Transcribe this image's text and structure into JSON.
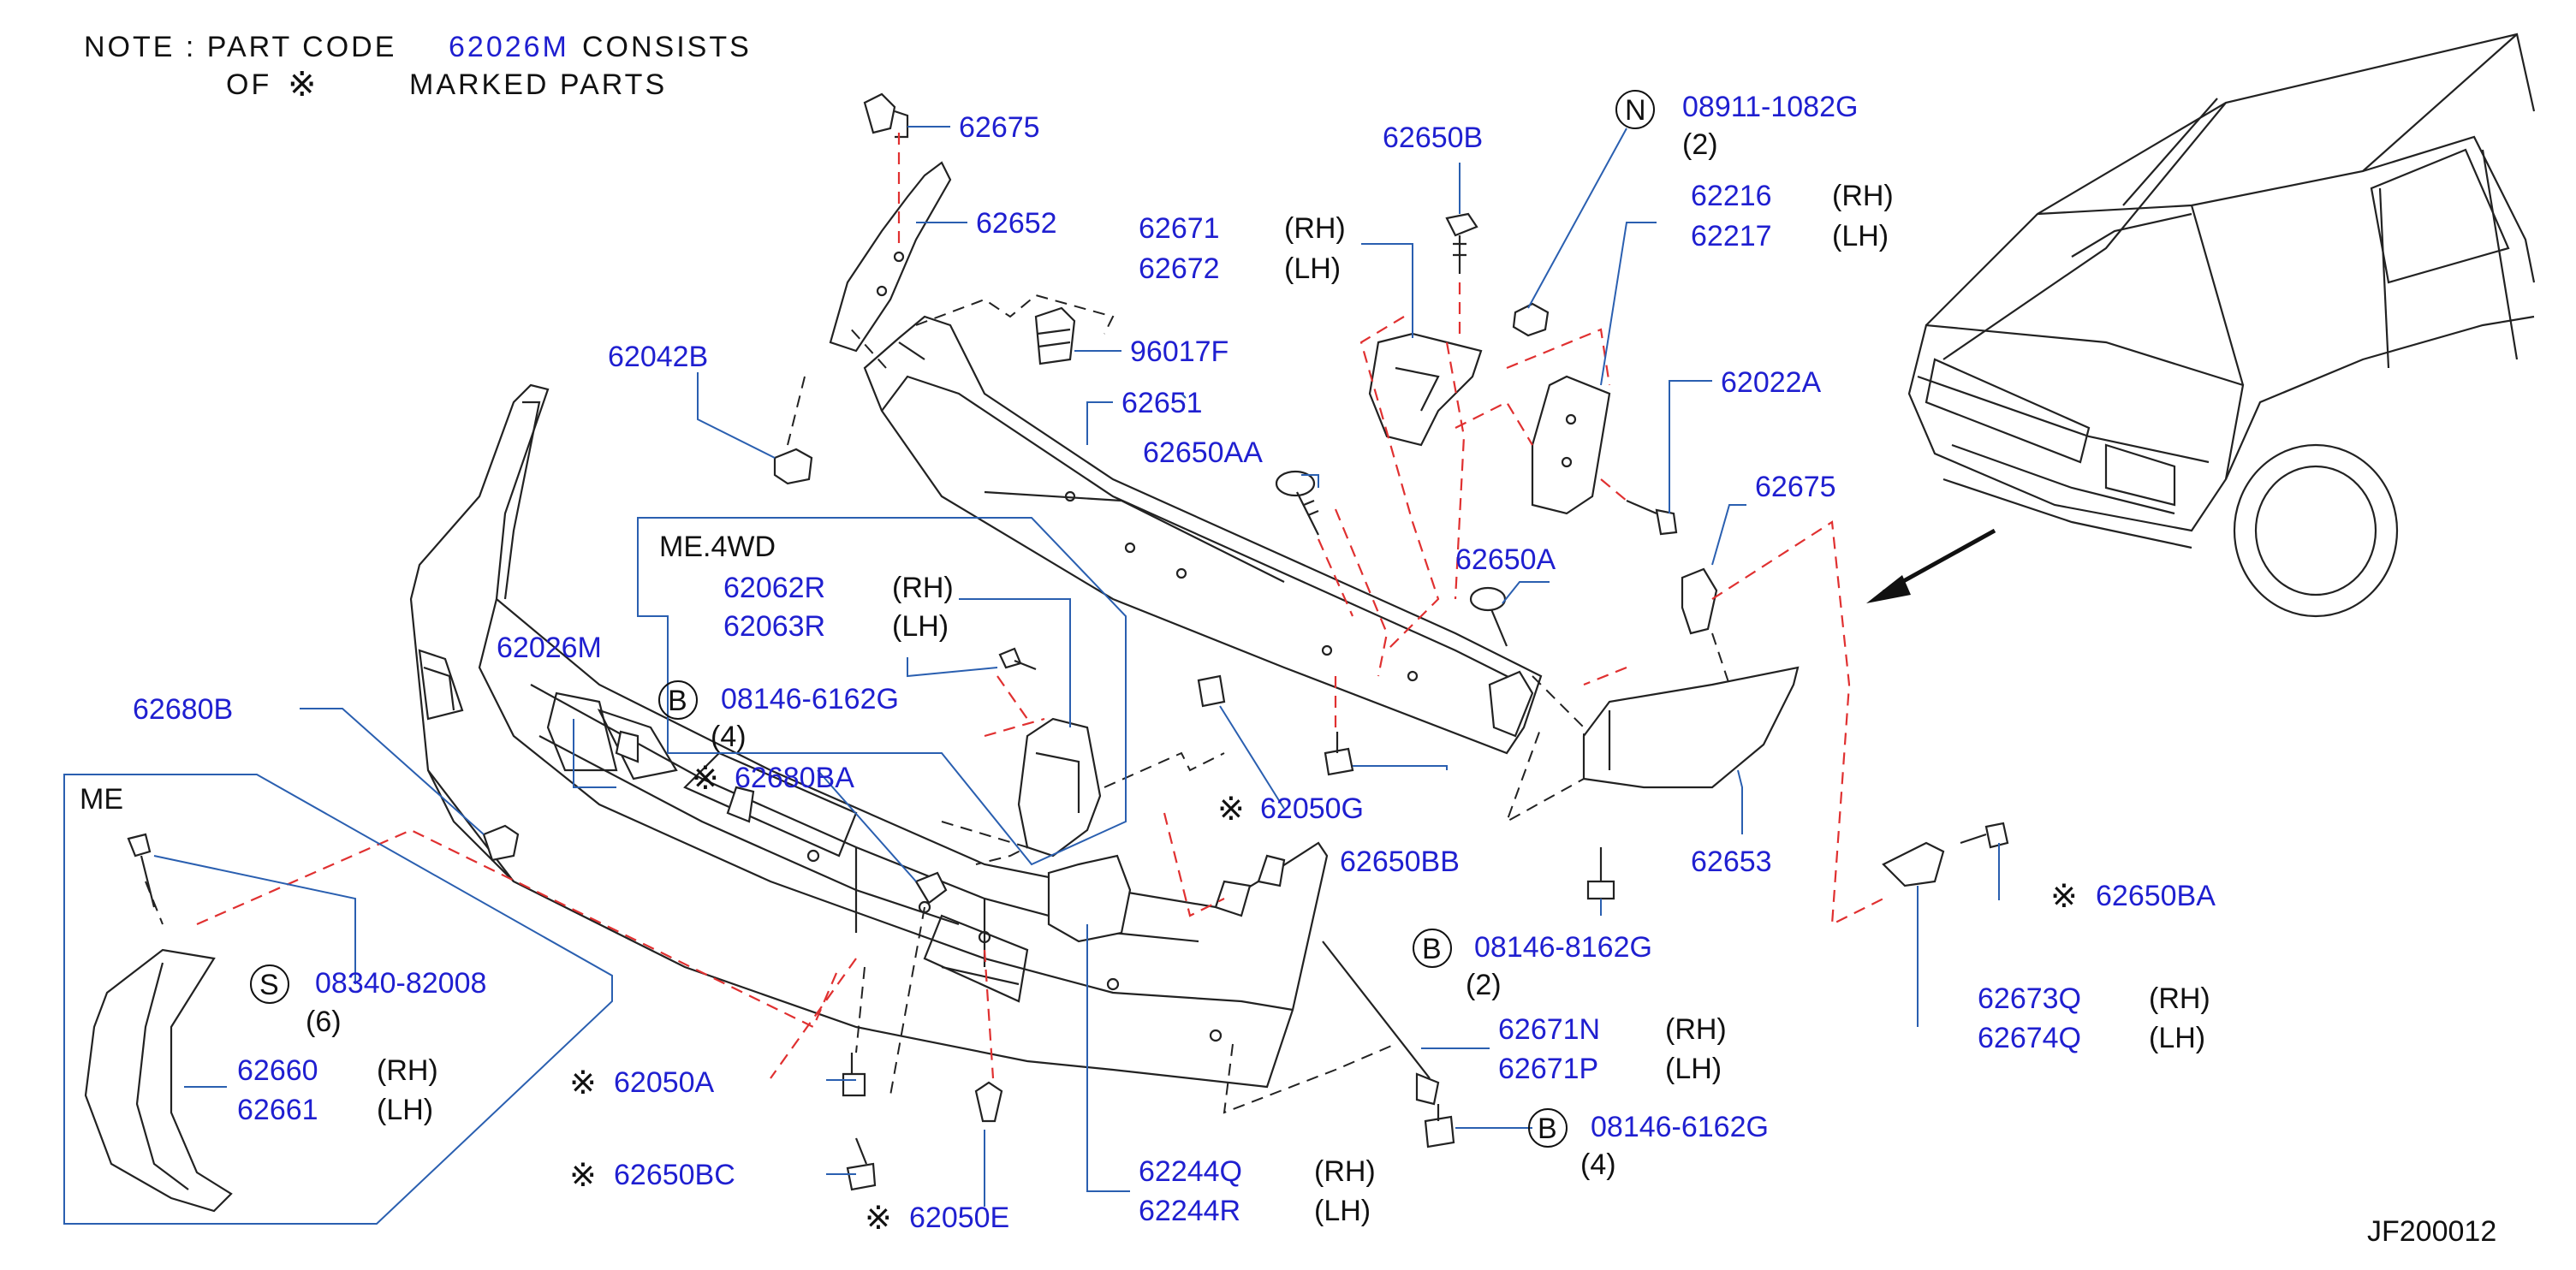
{
  "note": {
    "line1_prefix": "NOTE  :  PART  CODE",
    "line1_code": "62026M",
    "line1_suffix": "CONSISTS",
    "line2_prefix": "OF",
    "line2_suffix": "MARKED  PARTS"
  },
  "boxes": {
    "me4wd": "ME.4WD",
    "me": "ME"
  },
  "labels": {
    "p62675_top": "62675",
    "p62652": "62652",
    "p96017F": "96017F",
    "p62042B": "62042B",
    "p62651": "62651",
    "p62650AA": "62650AA",
    "p62671": "62671",
    "p62672": "62672",
    "p62650B": "62650B",
    "p08911": "08911-1082G",
    "p62216": "62216",
    "p62217": "62217",
    "p62022A": "62022A",
    "p62675_right": "62675",
    "p62650A": "62650A",
    "p62062R": "62062R",
    "p62063R": "62063R",
    "p08146_b1": "08146-6162G",
    "p62026M": "62026M",
    "p62680B": "62680B",
    "p62680BA": "62680BA",
    "p62050G": "62050G",
    "p62650BB": "62650BB",
    "p62653": "62653",
    "p08146_b2": "08146-8162G",
    "p62650BA": "62650BA",
    "p62673Q": "62673Q",
    "p62674Q": "62674Q",
    "p08340": "08340-82008",
    "p62660": "62660",
    "p62661": "62661",
    "p62050A": "62050A",
    "p62650BC": "62650BC",
    "p62050E": "62050E",
    "p62244Q": "62244Q",
    "p62244R": "62244R",
    "p62671N": "62671N",
    "p62671P": "62671P",
    "p08146_b3": "08146-6162G"
  },
  "side": {
    "rh": "(RH)",
    "lh": "(LH)"
  },
  "qty": {
    "q2": "(2)",
    "q4": "(4)",
    "q6": "(6)"
  },
  "circles": {
    "n": "N",
    "b": "B",
    "s": "S"
  },
  "marker": "※",
  "figure_id": "JF200012",
  "colors": {
    "part_number": "#1f1fd0",
    "leader": "#2a5fb0",
    "dashed_red": "#e03030"
  }
}
